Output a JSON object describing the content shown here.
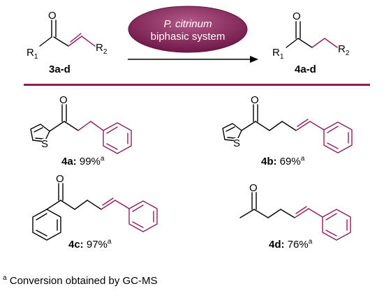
{
  "colors": {
    "accent": "#8e1e5a",
    "catalyst_fill": "#7b1a4d",
    "text": "#000000"
  },
  "atoms": {
    "O": "O",
    "S": "S",
    "R": "R",
    "sub1": "1",
    "sub2": "2"
  },
  "reaction": {
    "catalyst_line1": "P. citrinum",
    "catalyst_line2": "biphasic system",
    "reactant_label": "3a-d",
    "product_label": "4a-d"
  },
  "products": [
    {
      "id": "4a",
      "label": "4a:",
      "conversion": " 99%",
      "note": "a"
    },
    {
      "id": "4b",
      "label": "4b:",
      "conversion": " 69%",
      "note": "a"
    },
    {
      "id": "4c",
      "label": "4c:",
      "conversion": " 97%",
      "note": "a"
    },
    {
      "id": "4d",
      "label": "4d:",
      "conversion": " 76%",
      "note": "a"
    }
  ],
  "footnote": {
    "marker": "a",
    "text": " Conversion obtained by GC-MS"
  }
}
